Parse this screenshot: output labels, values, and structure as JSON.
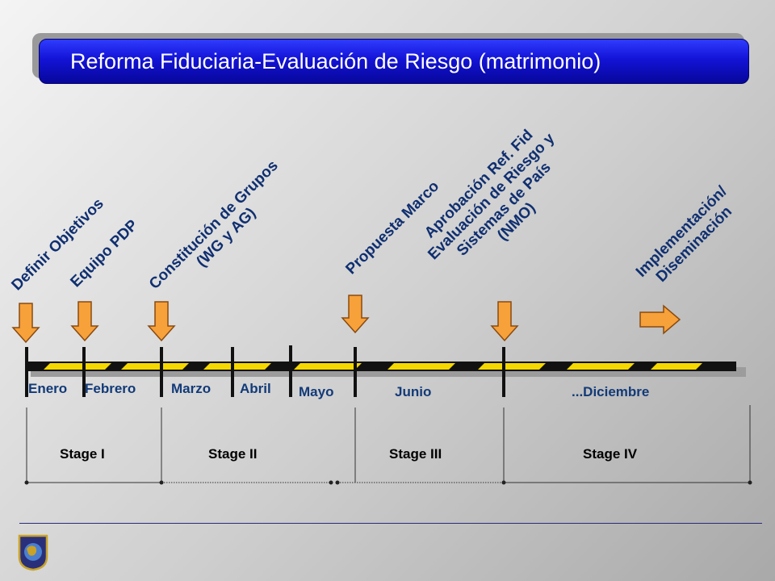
{
  "title": "Reforma Fiduciaria-Evaluación de Riesgo (matrimonio)",
  "milestones": [
    {
      "lines": [
        "Definir Objetivos"
      ]
    },
    {
      "lines": [
        "Equipo PDP"
      ]
    },
    {
      "lines": [
        "Constitución de Grupos",
        "(WG y AG)"
      ]
    },
    {
      "lines": [
        "Propuesta Marco"
      ]
    },
    {
      "lines": [
        "Aprobación Ref. Fid",
        "Evaluación de Riesgo y",
        "Sistemas de País",
        "(NMO)"
      ]
    },
    {
      "lines": [
        "Implementación/",
        "Diseminación"
      ]
    }
  ],
  "months": [
    "Enero",
    "Febrero",
    "Marzo",
    "Abril",
    "Mayo",
    "Junio",
    "...Diciembre"
  ],
  "stages": [
    "Stage I",
    "Stage II",
    "Stage III",
    "Stage IV"
  ],
  "colors": {
    "title_bar": "#1313d6",
    "arrow_fill": "#f7a13a",
    "arrow_stroke": "#8a4a10",
    "timeline_stripe": "#f5d800",
    "label_text": "#0f2f70"
  },
  "icons": {
    "arrow_down": "arrow-down-icon",
    "arrow_right": "arrow-right-icon",
    "logo": "globe-shield-logo"
  }
}
